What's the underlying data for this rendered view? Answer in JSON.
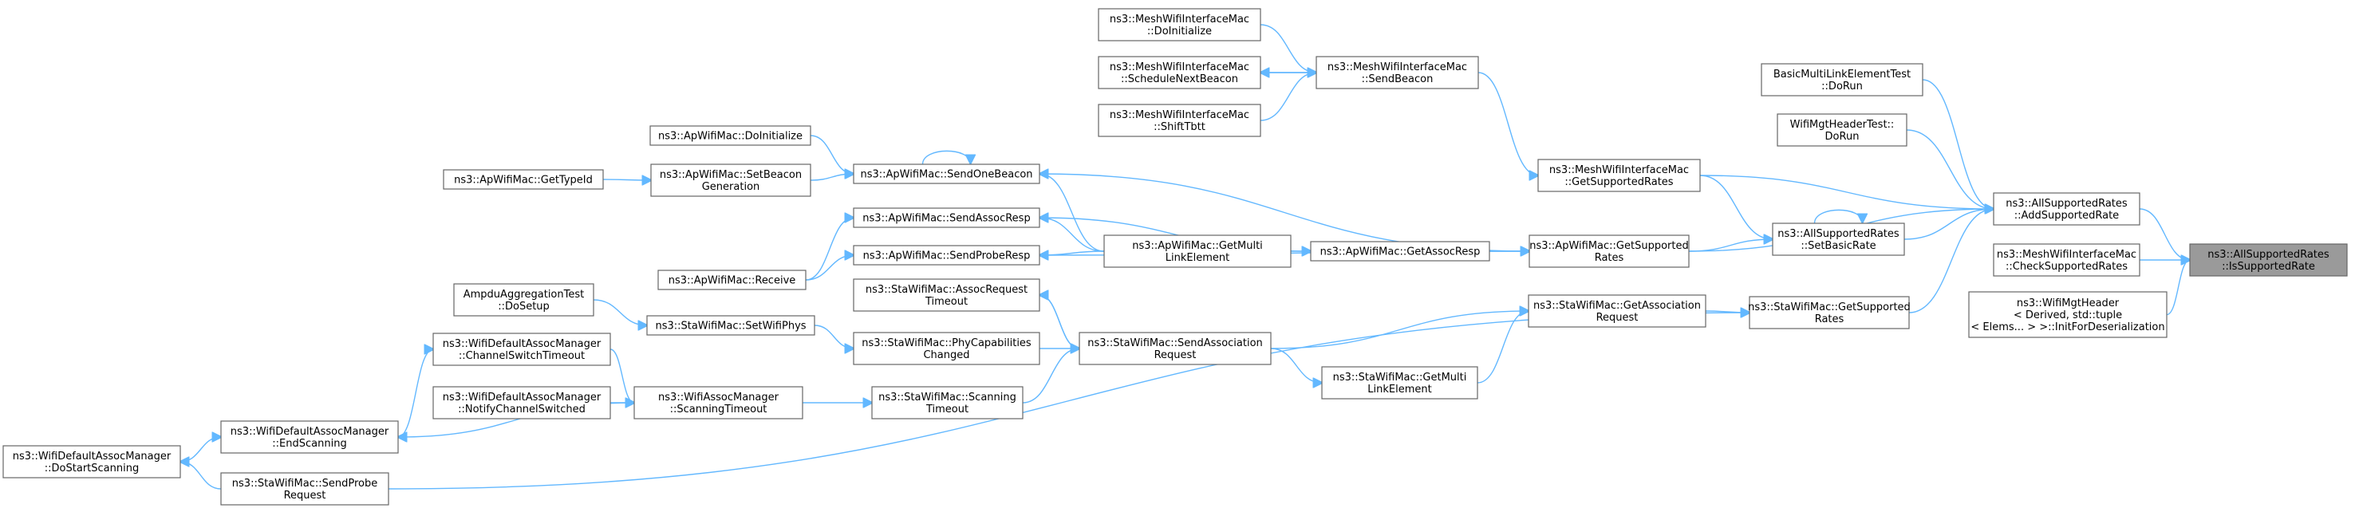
{
  "diagram": {
    "colors": {
      "edge": "#63b8ff",
      "node_border": "#666666",
      "focus_fill": "#9a9a9a",
      "background": "#ffffff"
    },
    "nodes": [
      {
        "id": "is",
        "lines": [
          "ns3::AllSupportedRates",
          "::IsSupportedRate"
        ],
        "focus": true
      },
      {
        "id": "add",
        "lines": [
          "ns3::AllSupportedRates",
          "::AddSupportedRate"
        ]
      },
      {
        "id": "check",
        "lines": [
          "ns3::MeshWifiInterfaceMac",
          "::CheckSupportedRates"
        ]
      },
      {
        "id": "initdes",
        "lines": [
          "ns3::WifiMgtHeader",
          "< Derived, std::tuple",
          "< Elems... > >::InitForDeserialization"
        ]
      },
      {
        "id": "bmle",
        "lines": [
          "BasicMultiLinkElementTest",
          "::DoRun"
        ]
      },
      {
        "id": "wmht",
        "lines": [
          "WifiMgtHeaderTest::",
          "DoRun"
        ]
      },
      {
        "id": "meshgsr",
        "lines": [
          "ns3::MeshWifiInterfaceMac",
          "::GetSupportedRates"
        ]
      },
      {
        "id": "setbasic",
        "lines": [
          "ns3::AllSupportedRates",
          "::SetBasicRate"
        ]
      },
      {
        "id": "apgsr",
        "lines": [
          "ns3::ApWifiMac::GetSupported",
          "Rates"
        ]
      },
      {
        "id": "stagsr",
        "lines": [
          "ns3::StaWifiMac::GetSupported",
          "Rates"
        ]
      },
      {
        "id": "meshdoinit",
        "lines": [
          "ns3::MeshWifiInterfaceMac",
          "::DoInitialize"
        ]
      },
      {
        "id": "meshsched",
        "lines": [
          "ns3::MeshWifiInterfaceMac",
          "::ScheduleNextBeacon"
        ]
      },
      {
        "id": "meshshift",
        "lines": [
          "ns3::MeshWifiInterfaceMac",
          "::ShiftTbtt"
        ]
      },
      {
        "id": "meshsend",
        "lines": [
          "ns3::MeshWifiInterfaceMac",
          "::SendBeacon"
        ]
      },
      {
        "id": "apdoinit",
        "lines": [
          "ns3::ApWifiMac::DoInitialize"
        ]
      },
      {
        "id": "apgettype",
        "lines": [
          "ns3::ApWifiMac::GetTypeId"
        ]
      },
      {
        "id": "apsetbeacon",
        "lines": [
          "ns3::ApWifiMac::SetBeacon",
          "Generation"
        ]
      },
      {
        "id": "apsendone",
        "lines": [
          "ns3::ApWifiMac::SendOneBeacon"
        ]
      },
      {
        "id": "apsendassoc",
        "lines": [
          "ns3::ApWifiMac::SendAssocResp"
        ]
      },
      {
        "id": "aprecv",
        "lines": [
          "ns3::ApWifiMac::Receive"
        ]
      },
      {
        "id": "apsendprobe",
        "lines": [
          "ns3::ApWifiMac::SendProbeResp"
        ]
      },
      {
        "id": "apgetmulti",
        "lines": [
          "ns3::ApWifiMac::GetMulti",
          "LinkElement"
        ]
      },
      {
        "id": "apgetassoc",
        "lines": [
          "ns3::ApWifiMac::GetAssocResp"
        ]
      },
      {
        "id": "ampdu",
        "lines": [
          "AmpduAggregationTest",
          "::DoSetup"
        ]
      },
      {
        "id": "stasetphys",
        "lines": [
          "ns3::StaWifiMac::SetWifiPhys"
        ]
      },
      {
        "id": "staassoctimeout",
        "lines": [
          "ns3::StaWifiMac::AssocRequest",
          "Timeout"
        ]
      },
      {
        "id": "staphycap",
        "lines": [
          "ns3::StaWifiMac::PhyCapabilities",
          "Changed"
        ]
      },
      {
        "id": "stasendassoc",
        "lines": [
          "ns3::StaWifiMac::SendAssociation",
          "Request"
        ]
      },
      {
        "id": "stagetassoc",
        "lines": [
          "ns3::StaWifiMac::GetAssociation",
          "Request"
        ]
      },
      {
        "id": "stagetmulti",
        "lines": [
          "ns3::StaWifiMac::GetMulti",
          "LinkElement"
        ]
      },
      {
        "id": "stascantimeout",
        "lines": [
          "ns3::StaWifiMac::Scanning",
          "Timeout"
        ]
      },
      {
        "id": "wdamchan",
        "lines": [
          "ns3::WifiDefaultAssocManager",
          "::ChannelSwitchTimeout"
        ]
      },
      {
        "id": "wdamnotify",
        "lines": [
          "ns3::WifiDefaultAssocManager",
          "::NotifyChannelSwitched"
        ]
      },
      {
        "id": "wamscan",
        "lines": [
          "ns3::WifiAssocManager",
          "::ScanningTimeout"
        ]
      },
      {
        "id": "wdamend",
        "lines": [
          "ns3::WifiDefaultAssocManager",
          "::EndScanning"
        ]
      },
      {
        "id": "wdamstart",
        "lines": [
          "ns3::WifiDefaultAssocManager",
          "::DoStartScanning"
        ]
      },
      {
        "id": "stasendprobe",
        "lines": [
          "ns3::StaWifiMac::SendProbe",
          "Request"
        ]
      }
    ],
    "edges": [
      [
        "add",
        "is"
      ],
      [
        "check",
        "is"
      ],
      [
        "initdes",
        "is"
      ],
      [
        "bmle",
        "add"
      ],
      [
        "wmht",
        "add"
      ],
      [
        "meshgsr",
        "add"
      ],
      [
        "setbasic",
        "add"
      ],
      [
        "apgsr",
        "add"
      ],
      [
        "stagsr",
        "add"
      ],
      [
        "meshsend",
        "meshgsr"
      ],
      [
        "meshgsr",
        "setbasic"
      ],
      [
        "setbasic",
        "setbasic"
      ],
      [
        "apgsr",
        "setbasic"
      ],
      [
        "meshdoinit",
        "meshsend"
      ],
      [
        "meshsched",
        "meshsend"
      ],
      [
        "meshsend",
        "meshsched"
      ],
      [
        "meshshift",
        "meshsend"
      ],
      [
        "apsendone",
        "apgsr"
      ],
      [
        "apgetassoc",
        "apgsr"
      ],
      [
        "apsendprobe",
        "apgsr"
      ],
      [
        "stagetassoc",
        "stagsr"
      ],
      [
        "stasendprobe",
        "stagsr"
      ],
      [
        "apdoinit",
        "apsendone"
      ],
      [
        "apsetbeacon",
        "apsendone"
      ],
      [
        "apsendone",
        "apsendone"
      ],
      [
        "apgettype",
        "apsetbeacon"
      ],
      [
        "apgetmulti",
        "apsendone"
      ],
      [
        "apgetmulti",
        "apsendassoc"
      ],
      [
        "apgetmulti",
        "apsendprobe"
      ],
      [
        "apgetmulti",
        "apgetassoc"
      ],
      [
        "aprecv",
        "apsendassoc"
      ],
      [
        "aprecv",
        "apsendprobe"
      ],
      [
        "apsendassoc",
        "apgetassoc"
      ],
      [
        "stasendassoc",
        "stagetassoc"
      ],
      [
        "stagetmulti",
        "stagetassoc"
      ],
      [
        "stasendassoc",
        "stagetmulti"
      ],
      [
        "stasendassoc",
        "staassoctimeout"
      ],
      [
        "staassoctimeout",
        "stasendassoc"
      ],
      [
        "staphycap",
        "stasendassoc"
      ],
      [
        "stascantimeout",
        "stasendassoc"
      ],
      [
        "stasetphys",
        "staphycap"
      ],
      [
        "ampdu",
        "stasetphys"
      ],
      [
        "wamscan",
        "stascantimeout"
      ],
      [
        "wdamchan",
        "wamscan"
      ],
      [
        "wdamnotify",
        "wamscan"
      ],
      [
        "wamscan",
        "wdamend"
      ],
      [
        "wdamend",
        "wdamchan"
      ],
      [
        "wdamstart",
        "wdamend"
      ],
      [
        "stasendprobe",
        "wdamstart"
      ]
    ]
  }
}
